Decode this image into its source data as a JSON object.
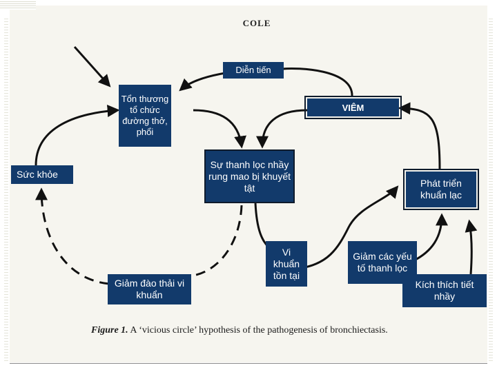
{
  "header": {
    "title": "COLE"
  },
  "nodes": {
    "dien_tien": "Diễn tiến",
    "ton_thuong": "Tổn thương tổ chức đường thở, phổi",
    "viem": "VIÊM",
    "suc_khoe": "Sức khỏe",
    "su_thanh_loc": "Sự thanh lọc nhầy rung mao bị khuyết tật",
    "phat_trien": "Phát triển khuẩn lạc",
    "vi_khuan_ton_tai": "Vi khuẩn tồn tại",
    "giam_cac_yeu_to": "Giảm các yếu tố thanh lọc",
    "giam_dao_thai": "Giảm đào thải vi khuẩn",
    "kich_thich": "Kích thích tiết nhầy"
  },
  "caption": {
    "label": "Figure 1.",
    "text": "A ‘vicious circle’ hypothesis of the pathogenesis of bronchiectasis."
  }
}
